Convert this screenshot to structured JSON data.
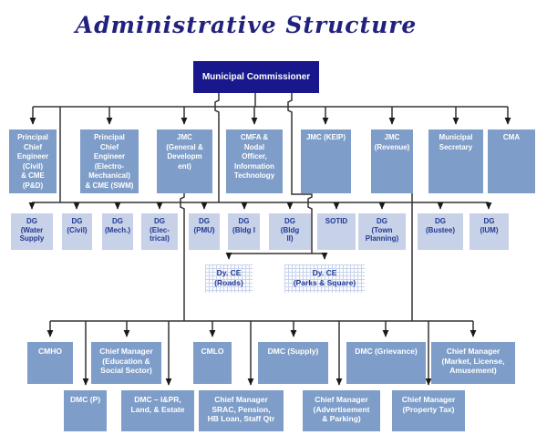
{
  "title": "Administrative Structure",
  "colors": {
    "title_text": "#22227e",
    "root_box_fill": "#18188c",
    "primary_box_fill": "#7e9dc8",
    "secondary_box_fill": "#c7d1e8",
    "pattern_box_grid": "#c8d4ec",
    "box_text_light": "#ffffff",
    "box_text_dark": "#233a94",
    "connector_line": "#333333"
  },
  "org": {
    "root": {
      "label": "Municipal Commissioner"
    },
    "level2": [
      {
        "label": "Principal\nChief\nEngineer\n(Civil)\n& CME\n(P&D)"
      },
      {
        "label": "Principal\nChief\nEngineer\n(Electro-\nMechanical)\n& CME (SWM)"
      },
      {
        "label": "JMC\n(General &\nDevelopm\nent)"
      },
      {
        "label": "CMFA &\nNodal\nOfficer,\nInformation\nTechnology"
      },
      {
        "label": "JMC (KEIP)"
      },
      {
        "label": "JMC\n(Revenue)"
      },
      {
        "label": "Municipal\nSecretary"
      },
      {
        "label": "CMA"
      }
    ],
    "level3": [
      {
        "label": "DG\n(Water\nSupply"
      },
      {
        "label": "DG\n(Civil)"
      },
      {
        "label": "DG\n(Mech.)"
      },
      {
        "label": "DG\n(Elec-\ntrical)"
      },
      {
        "label": "DG\n(PMU)"
      },
      {
        "label": "DG\n(Bldg I"
      },
      {
        "label": "DG\n(Bldg\nII)"
      },
      {
        "label": "SOTID"
      },
      {
        "label": "DG\n(Town\nPlanning)"
      },
      {
        "label": "DG\n(Bustee)"
      },
      {
        "label": "DG\n(IUM)"
      }
    ],
    "deputies": [
      {
        "label": "Dy. CE\n(Roads)"
      },
      {
        "label": "Dy. CE\n(Parks & Square)"
      }
    ],
    "level5": [
      {
        "label": "CMHO"
      },
      {
        "label": "Chief Manager\n(Education &\nSocial Sector)"
      },
      {
        "label": "CMLO"
      },
      {
        "label": "DMC (Supply)"
      },
      {
        "label": "DMC (Grievance)"
      },
      {
        "label": "Chief Manager\n(Market, License,\nAmusement)"
      }
    ],
    "level6": [
      {
        "label": "DMC (P)"
      },
      {
        "label": "DMC – I&PR,\nLand, & Estate"
      },
      {
        "label": "Chief Manager\nSRAC, Pension,\nHB Loan, Staff Qtr"
      },
      {
        "label": "Chief Manager\n(Advertisement\n& Parking)"
      },
      {
        "label": "Chief Manager\n(Property Tax)"
      }
    ]
  }
}
